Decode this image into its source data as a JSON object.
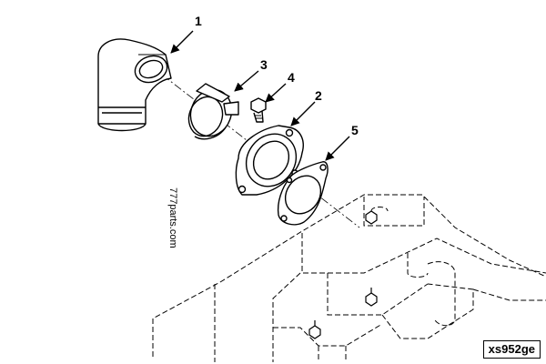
{
  "figure": {
    "callouts": [
      "1",
      "2",
      "3",
      "4",
      "5"
    ],
    "watermark": "777parts.com",
    "figure_id": "xs952ge"
  },
  "colors": {
    "ink": "#000000",
    "background": "#ffffff"
  }
}
